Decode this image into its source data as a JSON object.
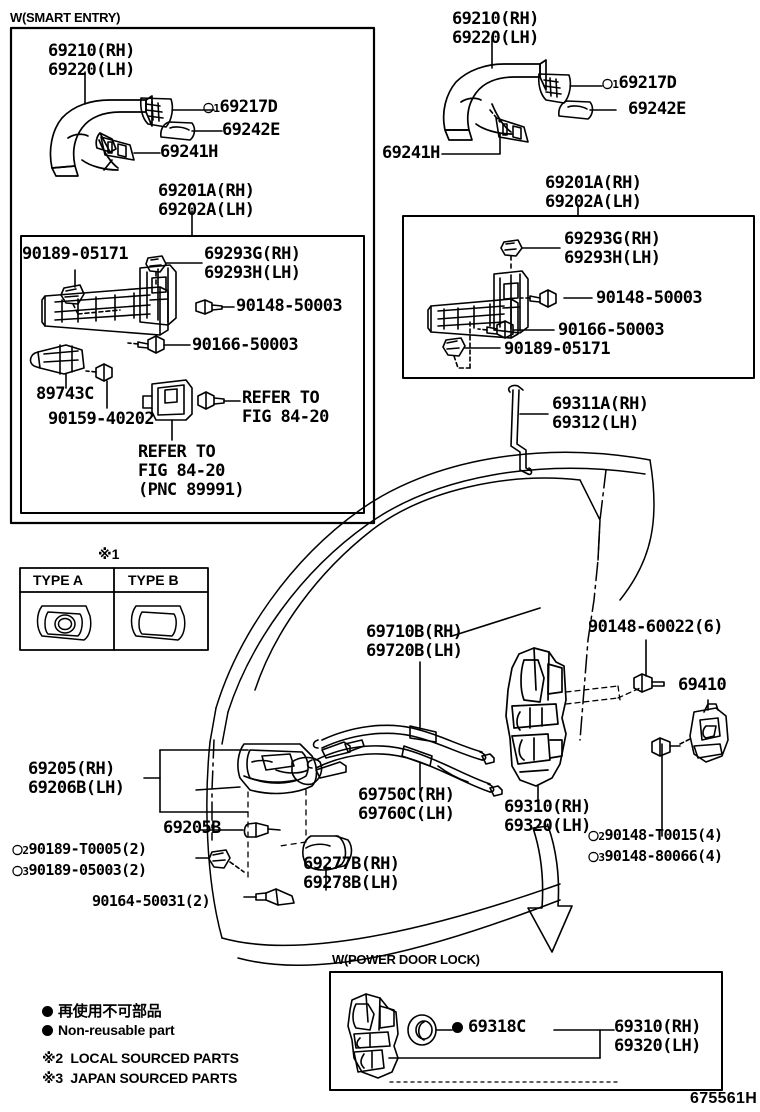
{
  "diagram": {
    "figure_number": "675561H",
    "smart_entry_caption": "W(SMART ENTRY)",
    "power_door_lock_caption": "W(POWER DOOR LOCK)"
  },
  "smart_entry_box": {
    "handle": "69210(RH)\n69220(LH)",
    "cap_69217d": "※1 69217D",
    "cap_69242e": "69242E",
    "cap_69241h": "69241H",
    "frame_label": "69201A(RH)\n69202A(LH)",
    "inner": {
      "c90189": "90189-05171",
      "c69293": "69293G(RH)\n69293H(LH)",
      "c90148": "90148-50003",
      "c90166": "90166-50003",
      "c89743": "89743C",
      "c90159": "90159-40202",
      "refer1": "REFER TO\nFIG 84-20",
      "refer2": "REFER TO\nFIG 84-20\n(PNC 89991)"
    }
  },
  "right_top": {
    "handle": "69210(RH)\n69220(LH)",
    "cap_69217d": "※1 69217D",
    "cap_69242e": "69242E",
    "cap_69241h": "69241H",
    "frame_label": "69201A(RH)\n69202A(LH)",
    "inner": {
      "c69293": "69293G(RH)\n69293H(LH)",
      "c90148": "90148-50003",
      "c90166": "90166-50003",
      "c90189": "90189-05171"
    }
  },
  "type_table": {
    "title": "※1",
    "col_a": "TYPE A",
    "col_b": "TYPE B"
  },
  "body_labels": {
    "rod": "69311A(RH)\n69312(LH)",
    "cable_upper": "69710B(RH)\n69720B(LH)",
    "cable_lower": "69750C(RH)\n69760C(LH)",
    "screw_90148_60022": "90148-60022(6)",
    "striker": "69410",
    "lock_assy": "69310(RH)\n69320(LH)",
    "inner_handle": "69205(RH)\n69206B(LH)",
    "inner_handle_b": "69205B",
    "bezel": "69277B(RH)\n69278B(LH)",
    "screw_90189_t0005": "※2 90189-T0005(2)",
    "screw_90189_05003": "※3 90189-05003(2)",
    "screw_90164": "90164-50031(2)",
    "screw_90148_t0015": "※2 90148-T0015(4)",
    "screw_90148_80066": "※3 90148-80066(4)"
  },
  "power_door_lock_box": {
    "c69318c": "69318C",
    "c69310": "69310(RH)\n69320(LH)"
  },
  "legend": {
    "jp": "再使用不可部品",
    "en": "Non-reusable part",
    "note2": "※2  LOCAL SOURCED PARTS",
    "note3": "※3  JAPAN SOURCED PARTS"
  }
}
